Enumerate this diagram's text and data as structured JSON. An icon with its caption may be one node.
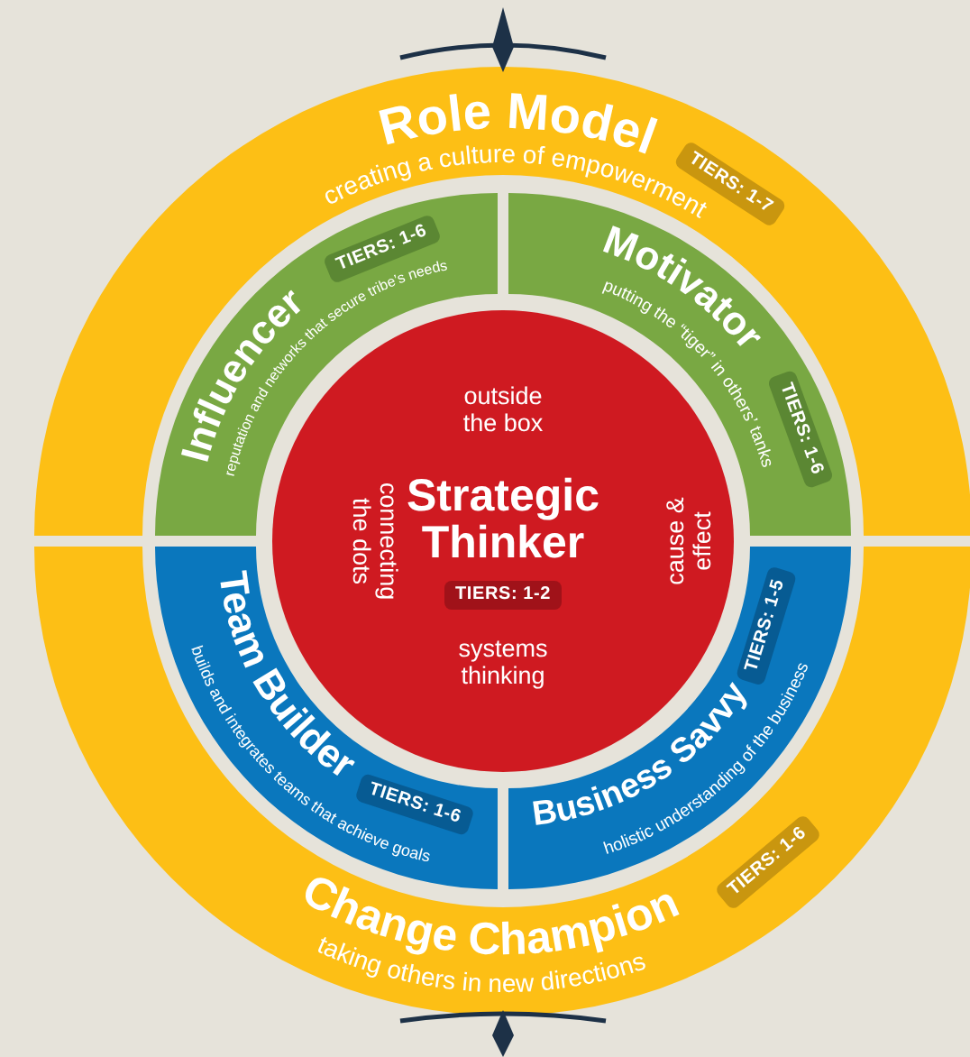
{
  "diagram": {
    "nodes": [
      {
        "text": [
          "Role Model",
          "creating a culture of empowerment",
          "TIERS: 1-7"
        ]
      },
      {
        "text": [
          "Influencer",
          "reputation and networks that secure tribe’s needs",
          "TIERS: 1-6"
        ]
      },
      {
        "text": [
          "Motivator",
          "putting the “tiger” in others’ tanks",
          "TIERS: 1-6"
        ]
      },
      {
        "text": [
          "outside the box",
          "connecting the dots",
          "Strategic Thinker",
          "cause & effect",
          "TIERS: 1-2",
          "systems thinking"
        ]
      },
      {
        "text": [
          "Team Builder",
          "builds and integrates teams that achieve goals",
          "TIERS: 1-6"
        ]
      },
      {
        "text": [
          "Business Savvy",
          "holistic understanding of the business",
          "TIERS: 1-5"
        ]
      },
      {
        "text": [
          "Change Champion",
          "taking others in new directions",
          "TIERS: 1-6"
        ]
      }
    ]
  }
}
